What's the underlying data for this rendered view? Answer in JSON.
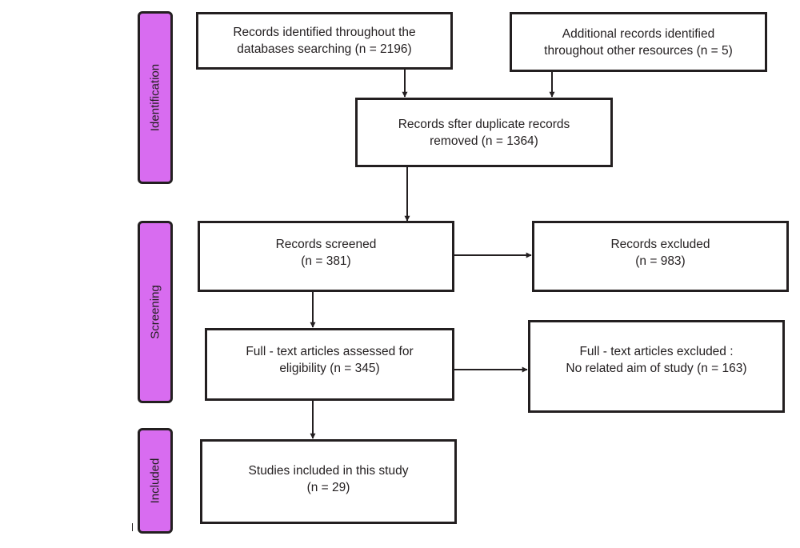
{
  "stages": {
    "identification": "Identification",
    "screening": "Screening",
    "included": "Included"
  },
  "boxes": {
    "records_identified": {
      "line1": "Records identified throughout the",
      "line2": "databases searching (n = 2196)"
    },
    "additional_records": {
      "line1": "Additional records identified",
      "line2": "throughout other resources (n = 5)"
    },
    "after_duplicates": {
      "line1": "Records sfter duplicate records",
      "line2": "removed (n = 1364)"
    },
    "records_screened": {
      "line1": "Records screened",
      "line2": "(n = 381)"
    },
    "records_excluded": {
      "line1": "Records excluded",
      "line2": "(n = 983)"
    },
    "fulltext_assessed": {
      "line1": "Full - text articles assessed for",
      "line2": "eligibility (n = 345)"
    },
    "fulltext_excluded": {
      "line1": "Full - text articles excluded :",
      "line2": "No related aim of study (n = 163)"
    },
    "studies_included": {
      "line1": "Studies included in this study",
      "line2": "(n = 29)"
    }
  },
  "colors": {
    "stage_fill": "#d86cf0",
    "stroke": "#231f20",
    "background": "#ffffff"
  }
}
